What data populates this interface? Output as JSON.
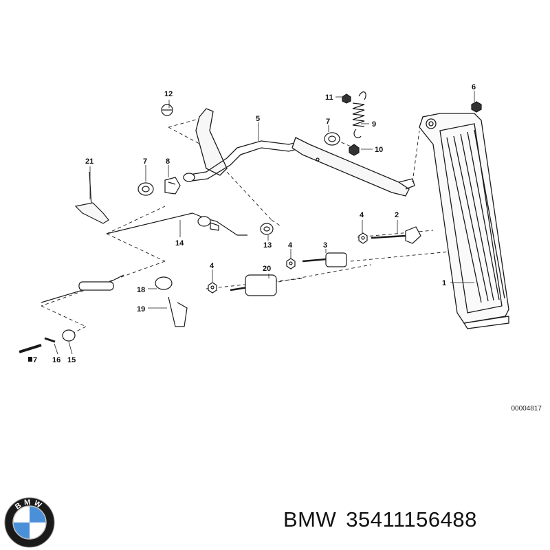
{
  "diagram": {
    "callouts": [
      {
        "id": "c1",
        "text": "1"
      },
      {
        "id": "c2",
        "text": "2"
      },
      {
        "id": "c3",
        "text": "3"
      },
      {
        "id": "c4a",
        "text": "4"
      },
      {
        "id": "c4b",
        "text": "4"
      },
      {
        "id": "c4c",
        "text": "4"
      },
      {
        "id": "c5",
        "text": "5"
      },
      {
        "id": "c6",
        "text": "6"
      },
      {
        "id": "c7a",
        "text": "7"
      },
      {
        "id": "c7b",
        "text": "7"
      },
      {
        "id": "c7c",
        "text": "7"
      },
      {
        "id": "c8",
        "text": "8"
      },
      {
        "id": "c9",
        "text": "9"
      },
      {
        "id": "c10",
        "text": "10"
      },
      {
        "id": "c11",
        "text": "11"
      },
      {
        "id": "c12",
        "text": "12"
      },
      {
        "id": "c13",
        "text": "13"
      },
      {
        "id": "c14",
        "text": "14"
      },
      {
        "id": "c15",
        "text": "15"
      },
      {
        "id": "c16",
        "text": "16"
      },
      {
        "id": "c18",
        "text": "18"
      },
      {
        "id": "c19",
        "text": "19"
      },
      {
        "id": "c20",
        "text": "20"
      },
      {
        "id": "c21",
        "text": "21"
      }
    ],
    "drawing_number": "00004817",
    "line_color": "#1a1a1a"
  },
  "footer": {
    "brand": "BMW",
    "part_number": "35411156488",
    "logo_icon": "bmw-roundel-icon",
    "logo_text": "BMW",
    "logo_colors": {
      "blue": "#4a90d9",
      "white": "#ffffff",
      "ring": "#1a1a1a"
    }
  }
}
